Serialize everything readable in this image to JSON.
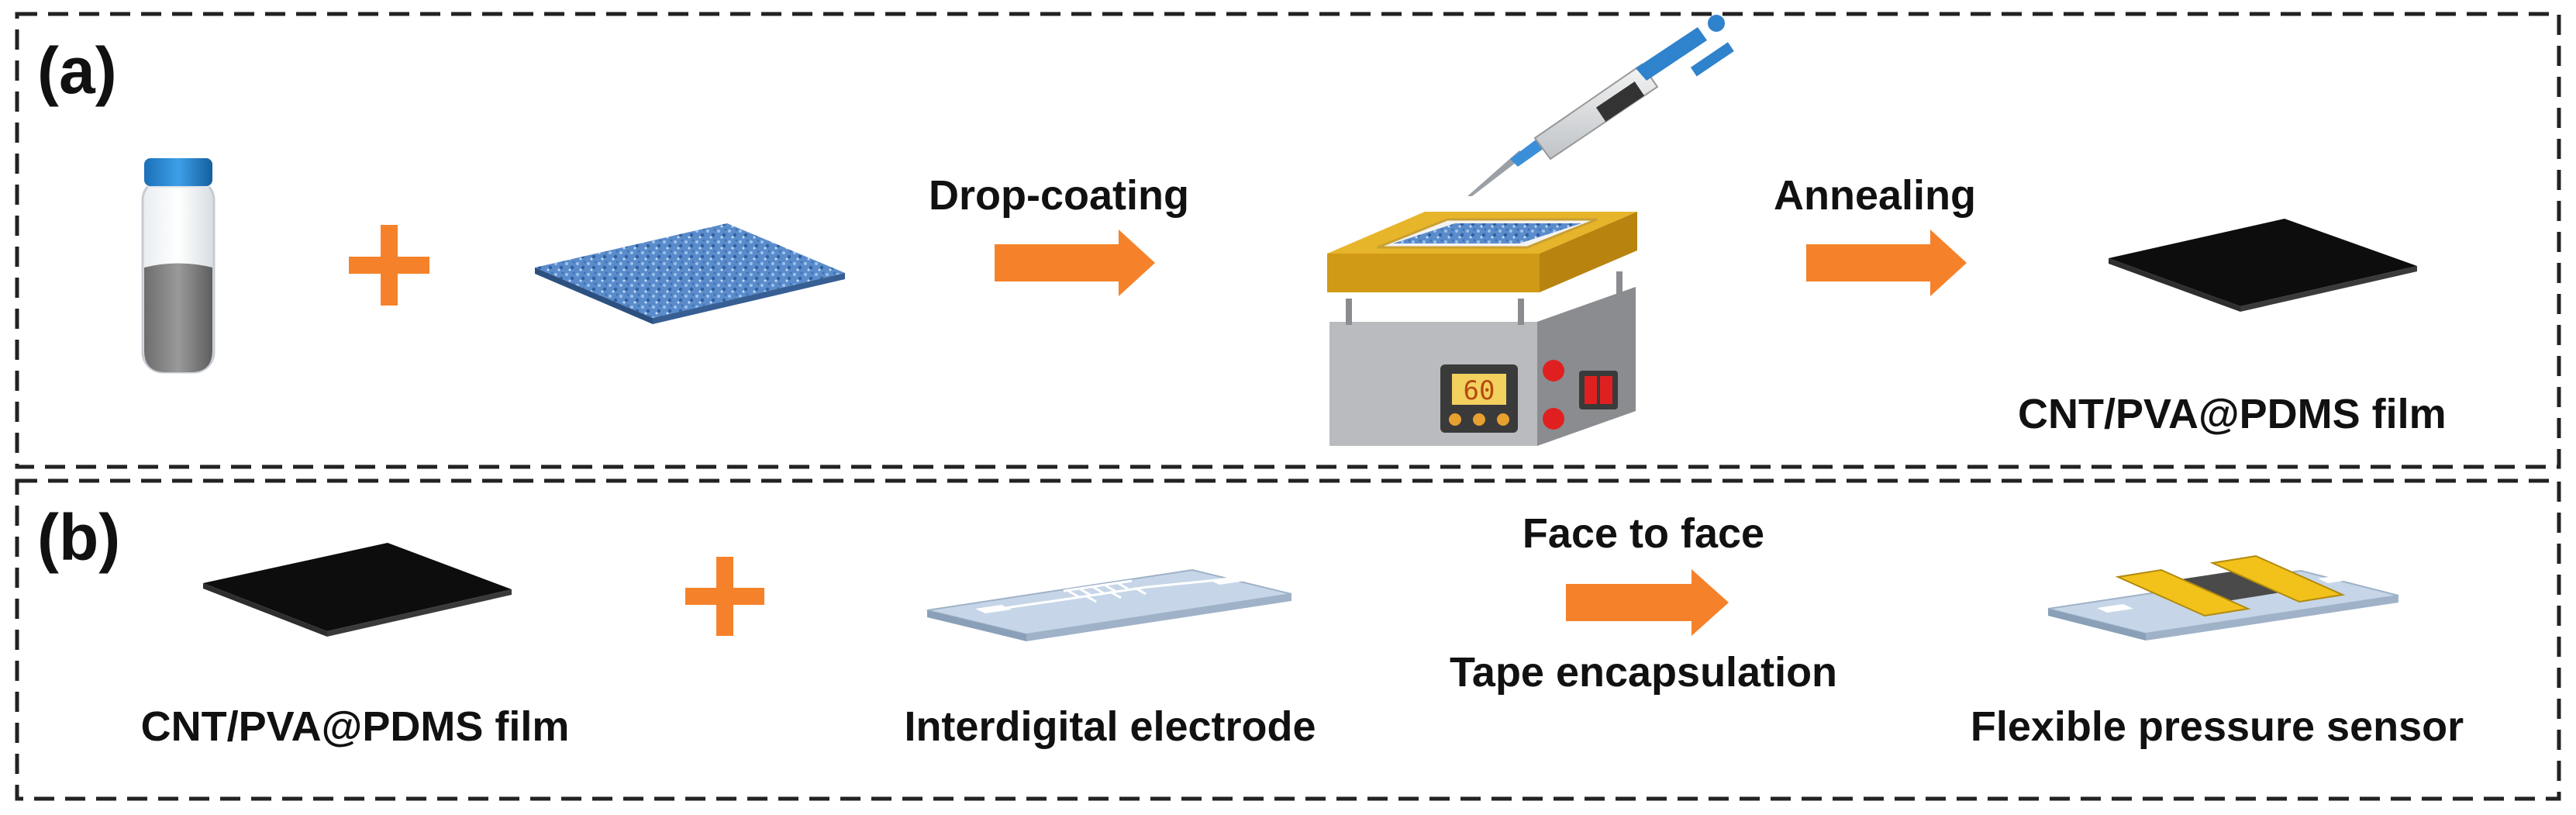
{
  "panels": [
    {
      "label": "(a)",
      "steps": [
        {
          "type": "vial"
        },
        {
          "type": "plus"
        },
        {
          "type": "blue-substrate"
        },
        {
          "type": "arrow",
          "label": "Drop-coating"
        },
        {
          "type": "hot-plate",
          "display": "60"
        },
        {
          "type": "arrow",
          "label": "Annealing"
        },
        {
          "type": "black-film",
          "label": "CNT/PVA@PDMS film"
        }
      ]
    },
    {
      "label": "(b)",
      "steps": [
        {
          "type": "black-film",
          "label": "CNT/PVA@PDMS film"
        },
        {
          "type": "plus"
        },
        {
          "type": "electrode",
          "label": "Interdigital electrode"
        },
        {
          "type": "arrow",
          "label_top": "Face to face",
          "label_bottom": "Tape encapsulation"
        },
        {
          "type": "sensor",
          "label": "Flexible pressure sensor"
        }
      ]
    }
  ],
  "colors": {
    "arrow": "#f5822a",
    "plus": "#f5822a",
    "substrate": "#4f7fc0",
    "film": "#0d0d0d",
    "hotplate_top": "#d9a21b",
    "hotplate_body": "#a7a9ac",
    "tape": "#f2c21b",
    "vial_cap": "#1e7fcf",
    "led_red": "#e02020"
  }
}
